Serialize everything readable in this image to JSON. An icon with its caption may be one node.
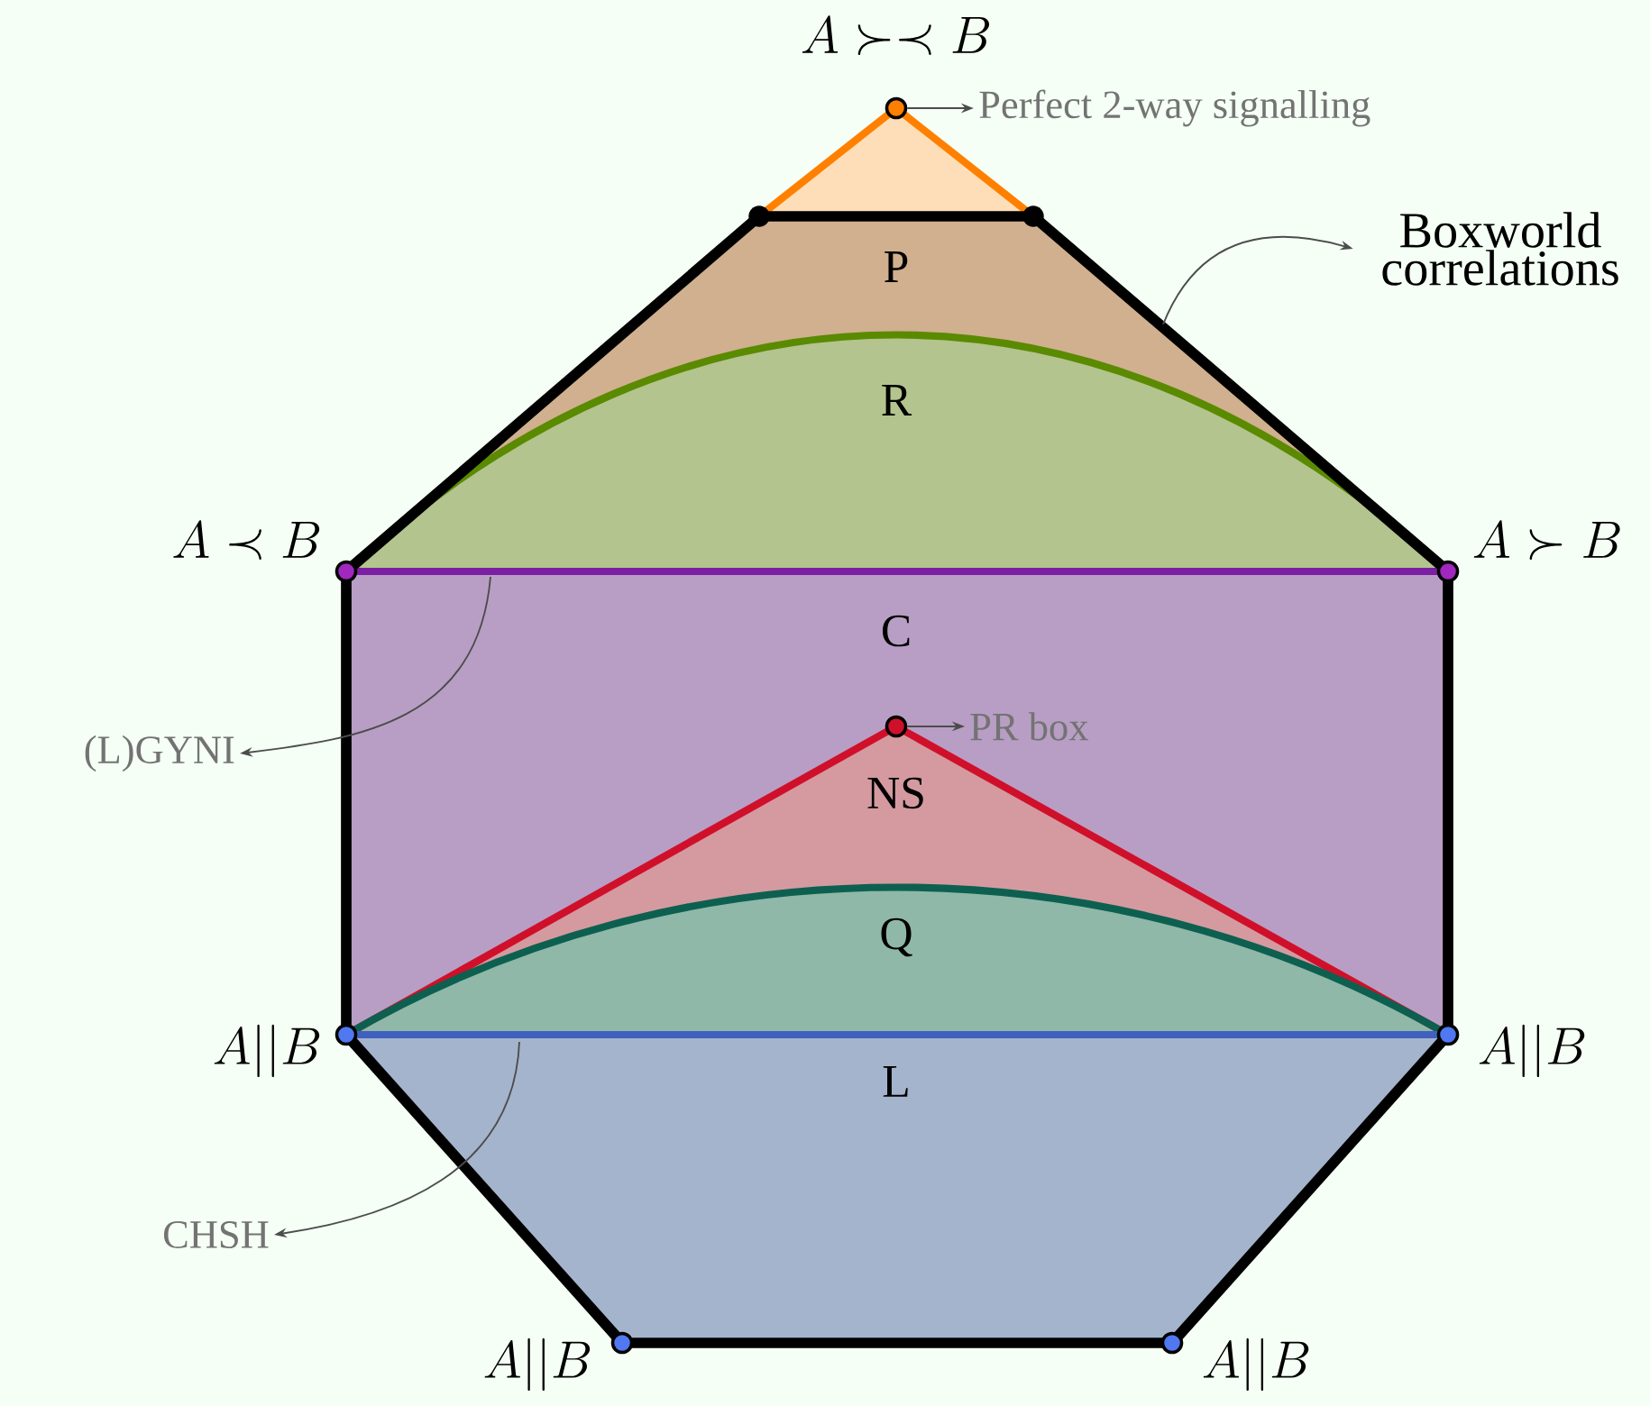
{
  "diagram": {
    "nodes": [
      {
        "text": [],
        "shape": "circle",
        "beside": [
          "A \\succ\\prec B"
        ]
      },
      {
        "text": [
          "Perfect 2-way signalling"
        ]
      },
      {
        "text": [
          "Boxworld correlations"
        ]
      },
      {
        "text": [],
        "shape": "circle"
      },
      {
        "text": [
          "PR box"
        ]
      },
      {
        "text": [
          "(L)GYNI"
        ]
      },
      {
        "text": [
          "CHSH"
        ]
      }
    ],
    "edges": [
      {
        "from": 0,
        "to": 1,
        "arrow": "to"
      },
      {
        "from": null,
        "to": 2,
        "arrow": "to"
      },
      {
        "from": 3,
        "to": 4,
        "arrow": "to"
      },
      {
        "from": null,
        "to": 5,
        "arrow": "to"
      },
      {
        "from": null,
        "to": 6,
        "arrow": "to"
      }
    ],
    "labels": [
      "P",
      "R",
      "A \\prec B",
      "A \\succ B",
      "C",
      "NS",
      "Q",
      "A||B",
      "A||B",
      "L",
      "A||B",
      "A||B"
    ]
  }
}
